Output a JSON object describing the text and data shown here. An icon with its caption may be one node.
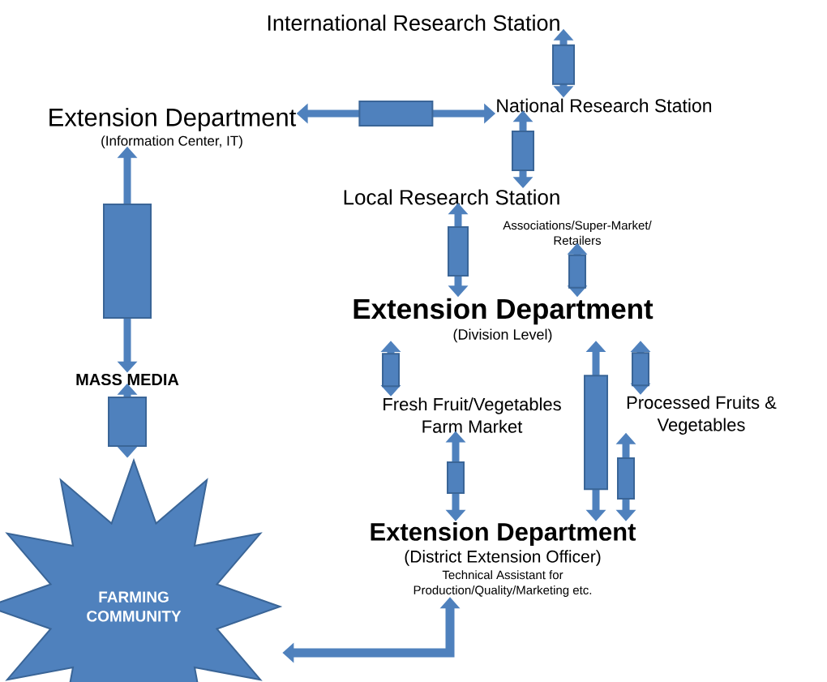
{
  "diagram": {
    "nodes": [
      {
        "text": [
          "International Research Station"
        ]
      },
      {
        "text": [
          "National Research Station"
        ]
      },
      {
        "text": [
          "Extension Department",
          "(Information Center, IT)"
        ]
      },
      {
        "text": [
          "Local Research Station"
        ]
      },
      {
        "text": [
          "Associations/Super-Market/ Retailers"
        ]
      },
      {
        "text": [
          "Extension Department",
          "(Division Level)"
        ]
      },
      {
        "text": [
          "MASS MEDIA"
        ]
      },
      {
        "text": [
          "Fresh Fruit/Vegetables Farm Market"
        ]
      },
      {
        "text": [
          "Processed Fruits & Vegetables"
        ]
      },
      {
        "text": [
          "Extension Department",
          "(District Extension Officer)",
          "Technical Assistant for Production/Quality/Marketing etc."
        ]
      },
      {
        "text": [
          "FARMING COMMUNITY"
        ]
      }
    ],
    "edges": [
      {
        "from": 0,
        "to": 1,
        "arrow": "both"
      },
      {
        "from": 2,
        "to": 1,
        "arrow": "both"
      },
      {
        "from": 1,
        "to": 3,
        "arrow": "both"
      },
      {
        "from": 3,
        "to": 5,
        "arrow": "both"
      },
      {
        "from": 4,
        "to": 5,
        "arrow": "both"
      },
      {
        "from": 2,
        "to": 6,
        "arrow": "both"
      },
      {
        "from": 5,
        "to": 7,
        "arrow": "both"
      },
      {
        "from": 5,
        "to": 9,
        "arrow": "both"
      },
      {
        "from": 5,
        "to": 8,
        "arrow": "both"
      },
      {
        "from": 7,
        "to": 9,
        "arrow": "both"
      },
      {
        "from": 8,
        "to": 9,
        "arrow": "both"
      },
      {
        "from": 6,
        "to": 10,
        "arrow": "both"
      },
      {
        "from": 10,
        "to": 9,
        "arrow": "both"
      }
    ]
  }
}
